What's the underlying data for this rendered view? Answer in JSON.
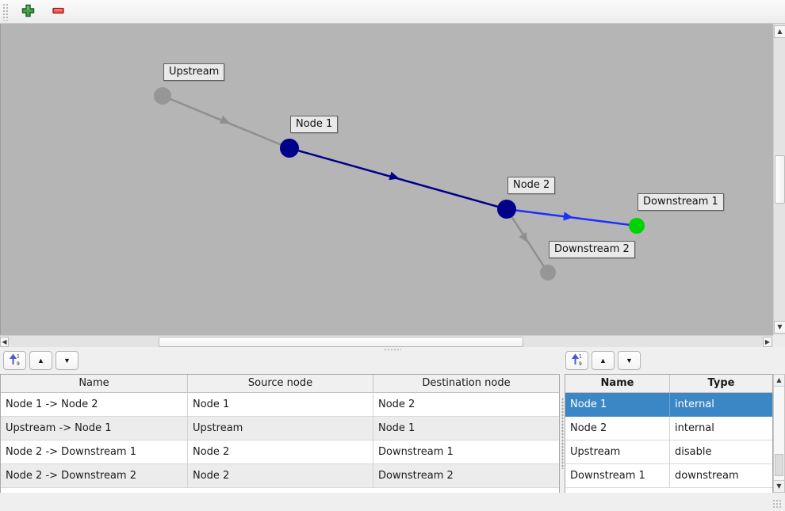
{
  "toolbar": {
    "add_icon": "green-plus",
    "remove_icon": "red-minus"
  },
  "graph": {
    "canvas_bg": "#b5b5b5",
    "nodes": [
      {
        "label": "Upstream",
        "color": "#969696"
      },
      {
        "label": "Node 1",
        "color": "#00008b"
      },
      {
        "label": "Node 2",
        "color": "#00008b"
      },
      {
        "label": "Downstream 1",
        "color": "#00d300"
      },
      {
        "label": "Downstream 2",
        "color": "#969696"
      }
    ],
    "edges": [
      {
        "name": "Upstream -> Node 1",
        "color": "#8f8f8f"
      },
      {
        "name": "Node 1 -> Node 2",
        "color": "#00008b"
      },
      {
        "name": "Node 2 -> Downstream 1",
        "color": "#1c2fff"
      },
      {
        "name": "Node 2 -> Downstream 2",
        "color": "#8f8f8f"
      }
    ]
  },
  "edges_panel": {
    "columns": [
      "Name",
      "Source node",
      "Destination node"
    ],
    "rows": [
      {
        "name": "Node 1 -> Node 2",
        "source": "Node 1",
        "destination": "Node 2"
      },
      {
        "name": "Upstream -> Node 1",
        "source": "Upstream",
        "destination": "Node 1"
      },
      {
        "name": "Node 2 -> Downstream 1",
        "source": "Node 2",
        "destination": "Downstream 1"
      },
      {
        "name": "Node 2 -> Downstream 2",
        "source": "Node 2",
        "destination": "Downstream 2"
      }
    ]
  },
  "nodes_panel": {
    "columns": [
      "Name",
      "Type"
    ],
    "selection_color": "#3b87c5",
    "rows": [
      {
        "name": "Node 1",
        "type": "internal",
        "selected": true
      },
      {
        "name": "Node 2",
        "type": "internal",
        "selected": false
      },
      {
        "name": "Upstream",
        "type": "disable",
        "selected": false
      },
      {
        "name": "Downstream 1",
        "type": "downstream",
        "selected": false
      }
    ]
  }
}
